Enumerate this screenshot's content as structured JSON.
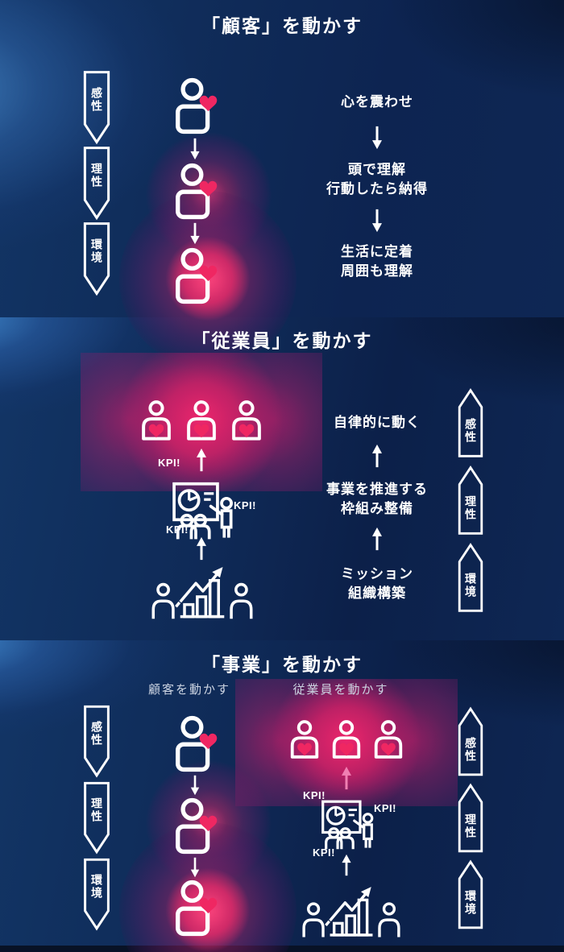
{
  "colors": {
    "background_navy": "#0e2754",
    "background_light_blue": "#428cd2",
    "icon_stroke": "#ffffff",
    "heart_pink": "#ef2762",
    "glow_magenta": "#c2185b",
    "pink_arrow": "#f07fb2",
    "text_white": "#ffffff",
    "sublabel_gray": "#ccd4e2"
  },
  "labels": {
    "kpi": "KPI!"
  },
  "sections": {
    "customer": {
      "title": "「顧客」を動かす",
      "banners": [
        "感性",
        "理性",
        "環境"
      ],
      "steps": [
        {
          "lines": [
            "心を震わせ"
          ]
        },
        {
          "lines": [
            "頭で理解",
            "行動したら納得"
          ]
        },
        {
          "lines": [
            "生活に定着",
            "周囲も理解"
          ]
        }
      ]
    },
    "employee": {
      "title": "「従業員」を動かす",
      "banners": [
        "感性",
        "理性",
        "環境"
      ],
      "steps": [
        {
          "lines": [
            "自律的に動く"
          ]
        },
        {
          "lines": [
            "事業を推進する",
            "枠組み整備"
          ]
        },
        {
          "lines": [
            "ミッション",
            "組織構築"
          ]
        }
      ]
    },
    "business": {
      "title": "「事業」を動かす",
      "sub_labels": [
        "顧客を動かす",
        "従業員を動かす"
      ],
      "banners_left": [
        "感性",
        "理性",
        "環境"
      ],
      "banners_right": [
        "感性",
        "理性",
        "環境"
      ]
    }
  }
}
